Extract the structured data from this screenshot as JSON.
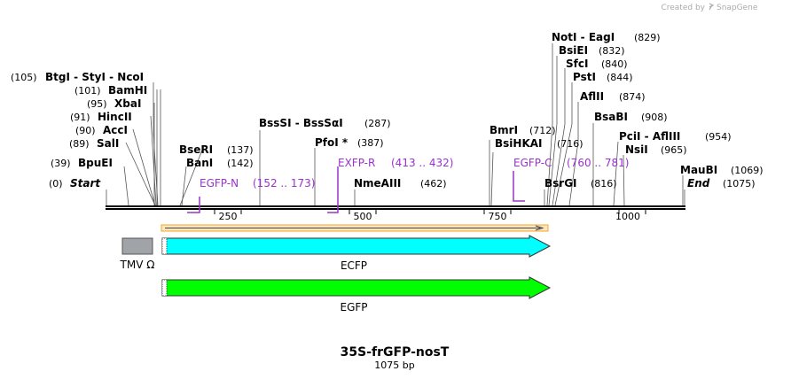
{
  "credit": {
    "text": "Created by",
    "brand": "SnapGene"
  },
  "title": "35S-frGFP-nosT",
  "subtitle": "1075 bp",
  "ticks": [
    "250",
    "500",
    "750",
    "1000"
  ],
  "ends": {
    "start_pos": "(0)",
    "start_label": "Start",
    "end_label": "End",
    "end_pos": "(1075)"
  },
  "sites": [
    {
      "text": "BtgI  -  StyI  -  NcoI",
      "pos": "(105)"
    },
    {
      "text": "BamHI",
      "pos": "(101)"
    },
    {
      "text": "XbaI",
      "pos": "(95)"
    },
    {
      "text": "HincII",
      "pos": "(91)"
    },
    {
      "text": "AccI",
      "pos": "(90)"
    },
    {
      "text": "SalI",
      "pos": "(89)"
    },
    {
      "text": "BpuEI",
      "pos": "(39)"
    },
    {
      "text": "BseRI",
      "pos": "(137)"
    },
    {
      "text": "BanI",
      "pos": "(142)"
    },
    {
      "text": "BssSI  -  BssSαI",
      "pos": "(287)"
    },
    {
      "text": "PfoI *",
      "pos": "(387)"
    },
    {
      "text": "NmeAIII",
      "pos": "(462)"
    },
    {
      "text": "NotI  -  EagI",
      "pos": "(829)"
    },
    {
      "text": "BsiEI",
      "pos": "(832)"
    },
    {
      "text": "SfcI",
      "pos": "(840)"
    },
    {
      "text": "PstI",
      "pos": "(844)"
    },
    {
      "text": "AflII",
      "pos": "(874)"
    },
    {
      "text": "BsaBI",
      "pos": "(908)"
    },
    {
      "text": "BmrI",
      "pos": "(712)"
    },
    {
      "text": "BsiHKAI",
      "pos": "(716)"
    },
    {
      "text": "PciI  -  AflIII",
      "pos": "(954)"
    },
    {
      "text": "NsiI",
      "pos": "(965)"
    },
    {
      "text": "BsrGI",
      "pos": "(816)"
    },
    {
      "text": "MauBI",
      "pos": "(1069)"
    }
  ],
  "primers": [
    {
      "name": "EGFP-N",
      "range": "(152 .. 173)"
    },
    {
      "name": "EXFP-R",
      "range": "(413 .. 432)"
    },
    {
      "name": "EGFP-C",
      "range": "(760 .. 781)"
    }
  ],
  "features": [
    {
      "name": "TMV Ω",
      "color": "#a0a4a8"
    },
    {
      "name": "ECFP",
      "color": "#00ffff"
    },
    {
      "name": "EGFP",
      "color": "#00ff00"
    }
  ],
  "colors": {
    "primer": "#9933cc",
    "orf": "#f5a623"
  }
}
